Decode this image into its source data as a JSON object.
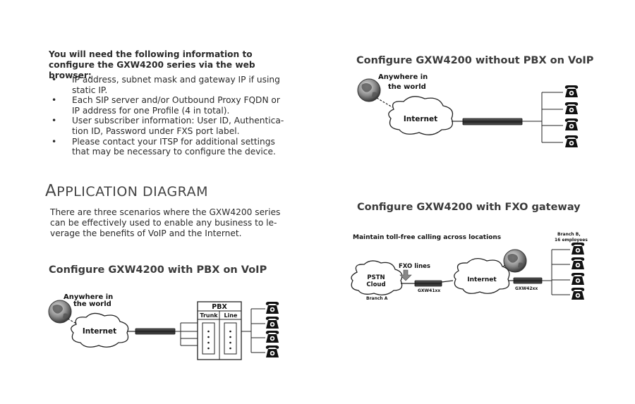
{
  "intro": {
    "title": "You will need the following information to configure the GXW4200 series via the web browser:",
    "bullets": [
      "IP address, subnet mask and gateway IP if using static IP.",
      "Each SIP server and/or Outbound Proxy FQDN or IP address for one Profile (4 in total).",
      "User subscriber information: User ID, Authentica- tion ID, Password under FXS port label.",
      "Please contact your ITSP for additional settings that may be necessary to configure the device."
    ]
  },
  "application": {
    "heading_first": "A",
    "heading_rest": "PPLICATION DIAGRAM",
    "text": "There are three scenarios where the GXW4200 series can be effectively used to enable any business to le- verage the benefits of VoIP and the Internet."
  },
  "diagram_pbx": {
    "title": "Configure GXW4200 with PBX on VoIP",
    "globe_label_1": "Anywhere in",
    "globe_label_2": "the world",
    "cloud_label": "Internet",
    "pbx_label": "PBX",
    "trunk_label": "Trunk",
    "line_label": "Line"
  },
  "diagram_nopbx": {
    "title": "Configure GXW4200 without PBX on VoIP",
    "globe_label_1": "Anywhere in",
    "globe_label_2": "the world",
    "cloud_label": "Internet"
  },
  "diagram_fxo": {
    "title": "Configure GXW4200 with FXO gateway",
    "subtitle": "Maintain toll-free calling across locations",
    "branch_b_1": "Branch B,",
    "branch_b_2": "16 employees",
    "fxo_lines": "FXO lines",
    "pstn_1": "PSTN",
    "pstn_2": "Cloud",
    "branch_a": "Branch A",
    "gxw41": "GXW41xx",
    "gxw42": "GXW42xx",
    "cloud_label": "Internet"
  }
}
